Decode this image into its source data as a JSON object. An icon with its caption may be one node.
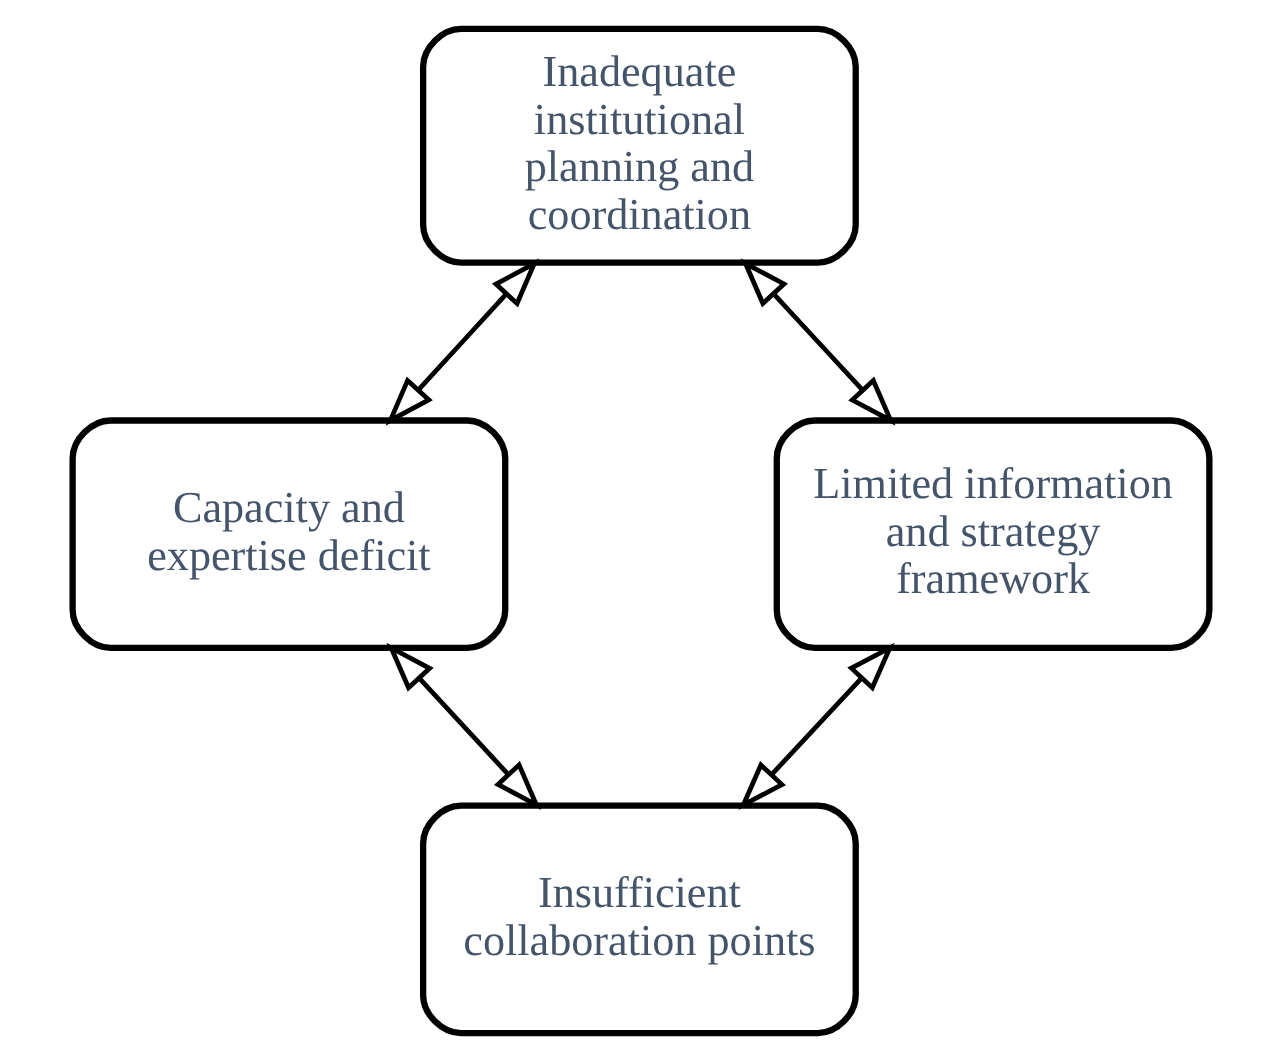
{
  "diagram": {
    "nodes": [
      {
        "text": [
          "Inadequate institutional planning and coordination"
        ]
      },
      {
        "text": [
          "Capacity and expertise deficit"
        ]
      },
      {
        "text": [
          "Limited information and strategy framework"
        ]
      },
      {
        "text": [
          "Insufficient collaboration points"
        ]
      }
    ],
    "edges": [
      {
        "from": 0,
        "to": 1,
        "arrow": "both"
      },
      {
        "from": 0,
        "to": 2,
        "arrow": "both"
      },
      {
        "from": 1,
        "to": 3,
        "arrow": "both"
      },
      {
        "from": 2,
        "to": 3,
        "arrow": "both"
      }
    ]
  }
}
